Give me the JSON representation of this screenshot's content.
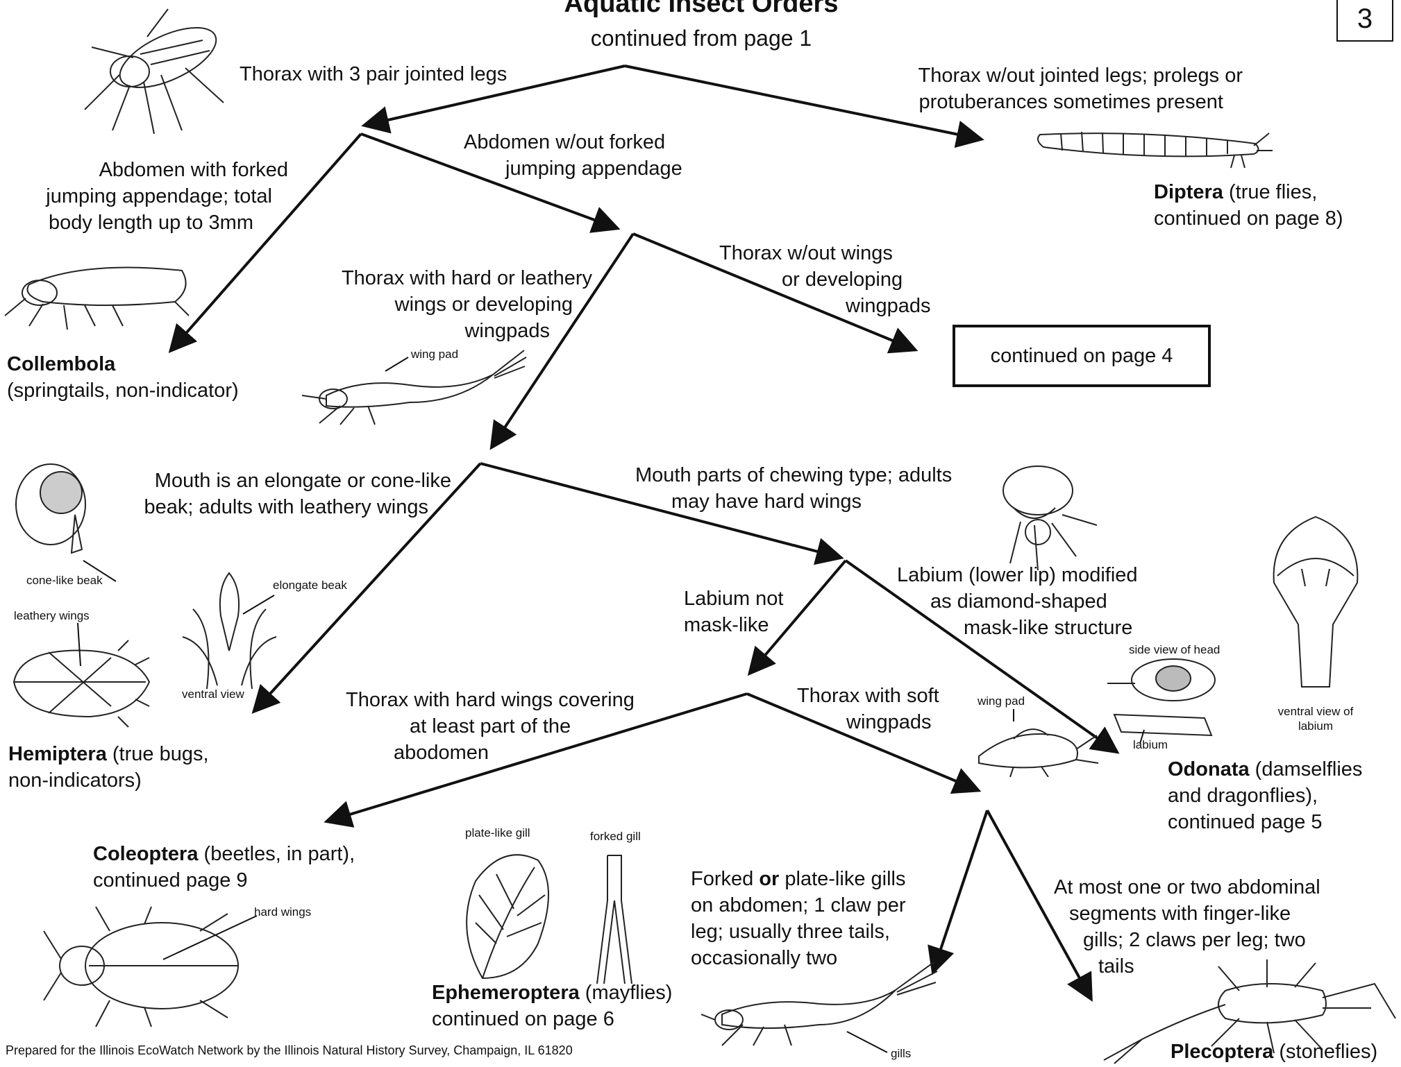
{
  "header": {
    "title": "Aquatic Insect Orders",
    "subtitle": "continued from page 1",
    "page_number": "3"
  },
  "nodes": {
    "n1_left": "Thorax with 3 pair jointed legs",
    "n1_right_1": "Thorax w/out jointed legs; prolegs or",
    "n1_right_2": "protuberances sometimes present",
    "n2_left_1": "Abdomen with forked",
    "n2_left_2": "jumping appendage; total",
    "n2_left_3": "body length up to 3mm",
    "n2_right_1": "Abdomen w/out forked",
    "n2_right_2": "jumping appendage",
    "n3_left_1": "Thorax with hard or leathery",
    "n3_left_2": "wings or developing",
    "n3_left_3": "wingpads",
    "n3_right_1": "Thorax w/out wings",
    "n3_right_2": "or developing",
    "n3_right_3": "wingpads",
    "continued_box": "continued on page 4",
    "n4_left_1": "Mouth is an elongate or cone-like",
    "n4_left_2": "beak;  adults with leathery wings",
    "n4_right_1": "Mouth parts of chewing type; adults",
    "n4_right_2": "may have hard wings",
    "n5_left_1": "Labium not",
    "n5_left_2": "mask-like",
    "n5_right_1": "Labium (lower lip) modified",
    "n5_right_2": "as diamond-shaped",
    "n5_right_3": "mask-like structure",
    "n6_left_1": "Thorax with hard wings covering",
    "n6_left_2": "at least part of the",
    "n6_left_3": "abodomen",
    "n6_right_1": "Thorax with soft",
    "n6_right_2": "wingpads",
    "n7_left_1a": "Forked ",
    "n7_left_1b": "or",
    "n7_left_1c": " plate-like gills",
    "n7_left_2": "on abdomen; 1 claw per",
    "n7_left_3": "leg; usually three tails,",
    "n7_left_4": "occasionally two",
    "n7_right_1": "At most one or two abdominal",
    "n7_right_2": "segments with finger-like",
    "n7_right_3": "gills; 2 claws per leg; two",
    "n7_right_4": "tails"
  },
  "orders": {
    "diptera_name": "Diptera",
    "diptera_1": " (true flies,",
    "diptera_2": "continued on page 8)",
    "collembola_name": "Collembola",
    "collembola_1": "(springtails, non-indicator)",
    "hemiptera_name": "Hemiptera",
    "hemiptera_1": " (true bugs,",
    "hemiptera_2": "non-indicators)",
    "odonata_name": "Odonata",
    "odonata_1": " (damselflies",
    "odonata_2": "and dragonflies),",
    "odonata_3": "continued page 5",
    "coleoptera_name": "Coleoptera",
    "coleoptera_1": " (beetles, in part),",
    "coleoptera_2": "continued page 9",
    "ephemeroptera_name": "Ephemeroptera",
    "ephemeroptera_1": " (mayflies)",
    "ephemeroptera_2": "continued on page 6",
    "plecoptera_name": "Plecoptera",
    "plecoptera_1": " (stoneflies)"
  },
  "labels": {
    "wing_pad_1": "wing pad",
    "cone_like_beak": "cone-like beak",
    "leathery_wings": "leathery wings",
    "elongate_beak": "elongate beak",
    "ventral_view": "ventral view",
    "side_view_of_head": "side view of head",
    "labium": "labium",
    "ventral_view_of_labium_1": "ventral view of",
    "ventral_view_of_labium_2": "labium",
    "wing_pad_2": "wing pad",
    "plate_like_gill": "plate-like gill",
    "forked_gill": "forked gill",
    "hard_wings": "hard wings",
    "gills": "gills"
  },
  "footer": "Prepared for the Illinois EcoWatch Network by the Illinois Natural History Survey, Champaign, IL 61820"
}
